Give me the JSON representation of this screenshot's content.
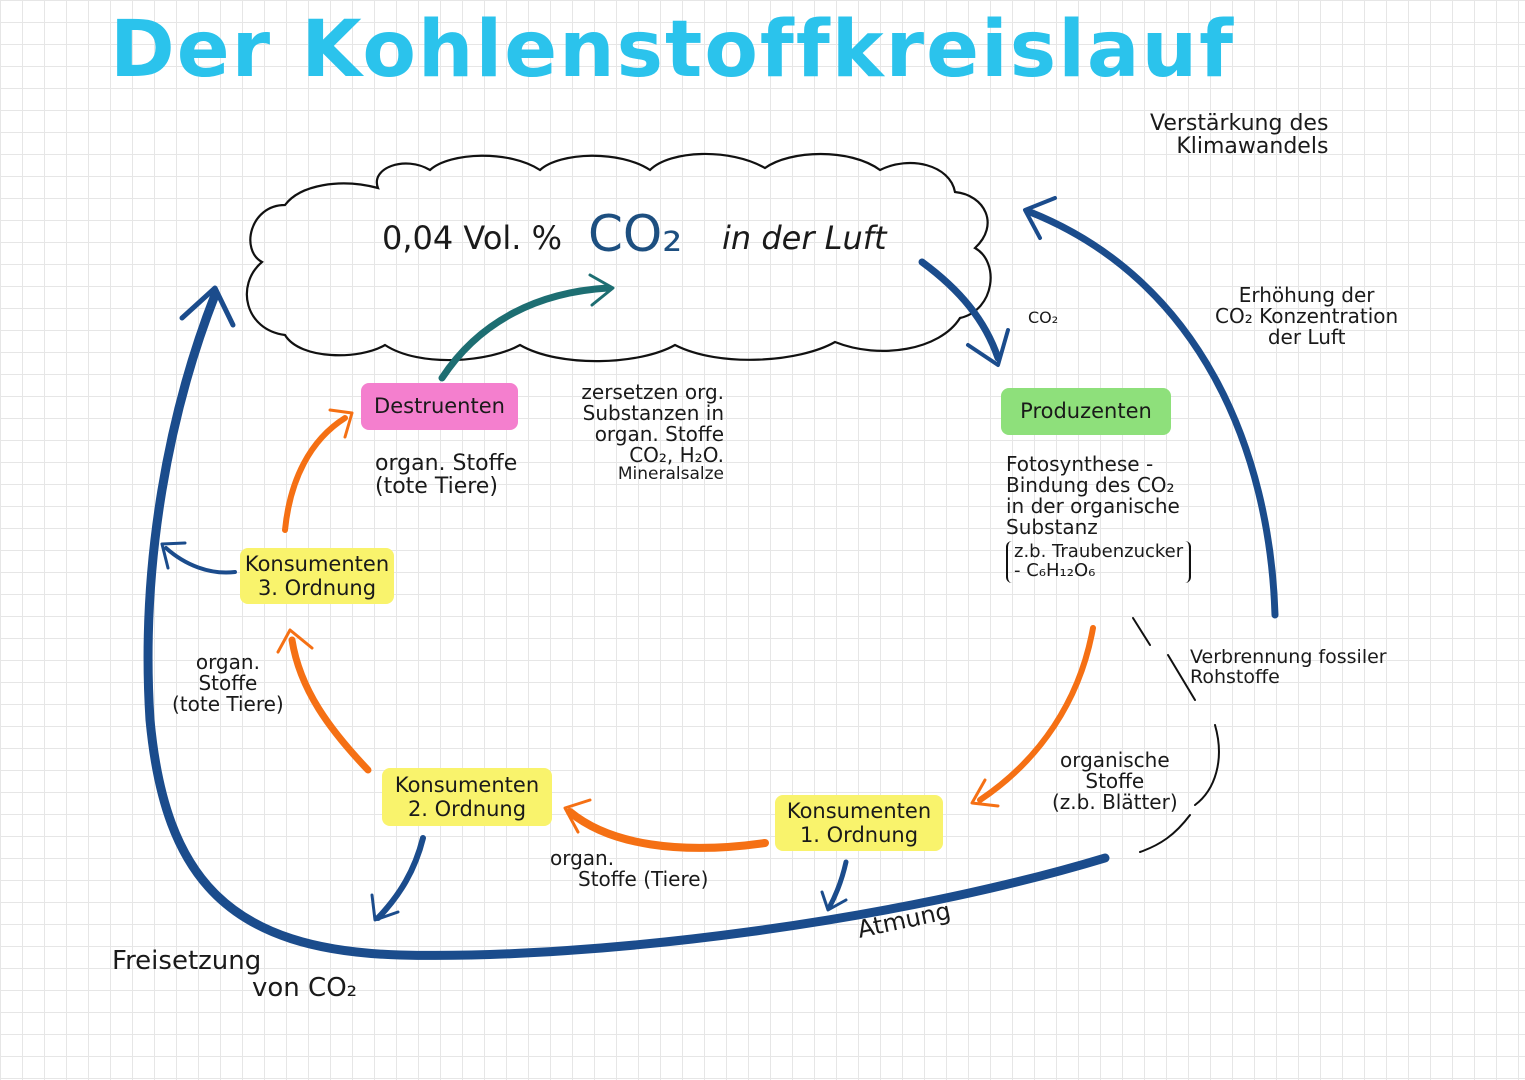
{
  "title": "Der Kohlenstoffkreislauf",
  "colors": {
    "title": "#2bc3ec",
    "co2": "#1d4f80",
    "blue_arrow": "#1b4c8c",
    "teal_arrow": "#1d6e72",
    "orange_arrow": "#f57014",
    "destruenten_bg": "#f47fce",
    "produzenten_bg": "#8ee07b",
    "konsumenten_bg": "#f9f36c"
  },
  "cloud": {
    "prefix": "0,04 Vol. %",
    "co2": "CO₂",
    "suffix": "in der Luft"
  },
  "nodes": {
    "destruenten": "Destruenten",
    "produzenten": "Produzenten",
    "konsumenten_1": {
      "line1": "Konsumenten",
      "line2": "1. Ordnung"
    },
    "konsumenten_2": {
      "line1": "Konsumenten",
      "line2": "2. Ordnung"
    },
    "konsumenten_3": {
      "line1": "Konsumenten",
      "line2": "3. Ordnung"
    }
  },
  "notes": {
    "verstaerkung": {
      "line1": "Verstärkung des",
      "line2": "Klimawandels"
    },
    "erhoehung": {
      "line1": "Erhöhung der",
      "line2": "CO₂ Konzentration",
      "line3": "der Luft"
    },
    "co2_small": "CO₂",
    "zersetzen": {
      "line1": "zersetzen org.",
      "line2": "Substanzen in",
      "line3": "organ. Stoffe",
      "line4": "CO₂, H₂O.",
      "line5": "Mineralsalze"
    },
    "destruenten_input": {
      "line1": "organ. Stoffe",
      "line2": "(tote Tiere)"
    },
    "fotosynthese": {
      "line1": "Fotosynthese -",
      "line2": "Bindung des CO₂",
      "line3": "in der organische",
      "line4": "Substanz",
      "line5": "z.b. Traubenzucker",
      "line6": "- C₆H₁₂O₆"
    },
    "verbrennung": {
      "line1": "Verbrennung fossiler",
      "line2": "Rohstoffe"
    },
    "organische_stoffe": {
      "line1": "organische",
      "line2": "Stoffe",
      "line3": "(z.b. Blätter)"
    },
    "organ_tote_tiere": {
      "line1": "organ.",
      "line2": "Stoffe",
      "line3": "(tote Tiere)"
    },
    "organ_tiere": {
      "line1": "organ.",
      "line2": "Stoffe (Tiere)"
    },
    "atmung": "Atmung",
    "freisetzung": {
      "line1": "Freisetzung",
      "line2": "von CO₂"
    }
  }
}
